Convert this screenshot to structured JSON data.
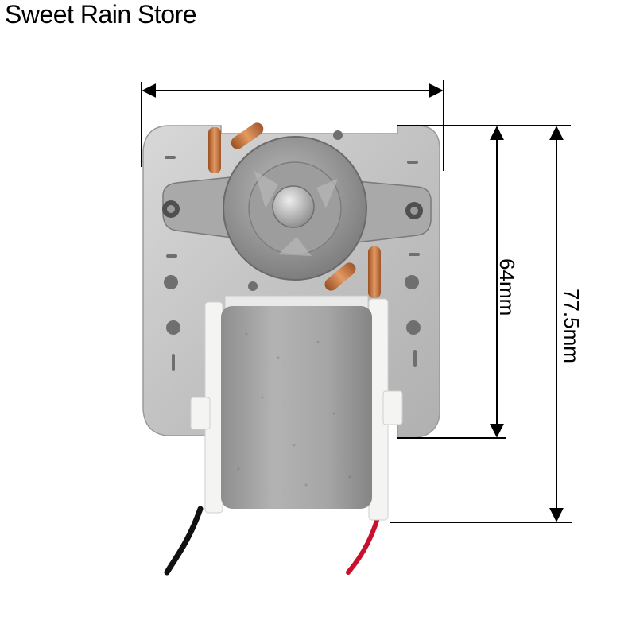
{
  "store": {
    "name": "Sweet Rain Store"
  },
  "product": {
    "name": "shaded-pole-motor"
  },
  "dimensions": {
    "inner_height_label": "64mm",
    "overall_height_label": "77.5mm"
  },
  "colors": {
    "plate": "#c4c4c4",
    "coil": "#a8a8a8",
    "copper": "#c9733c",
    "wire_red": "#c8102e",
    "wire_black": "#111111",
    "dimension_line": "#000000"
  }
}
